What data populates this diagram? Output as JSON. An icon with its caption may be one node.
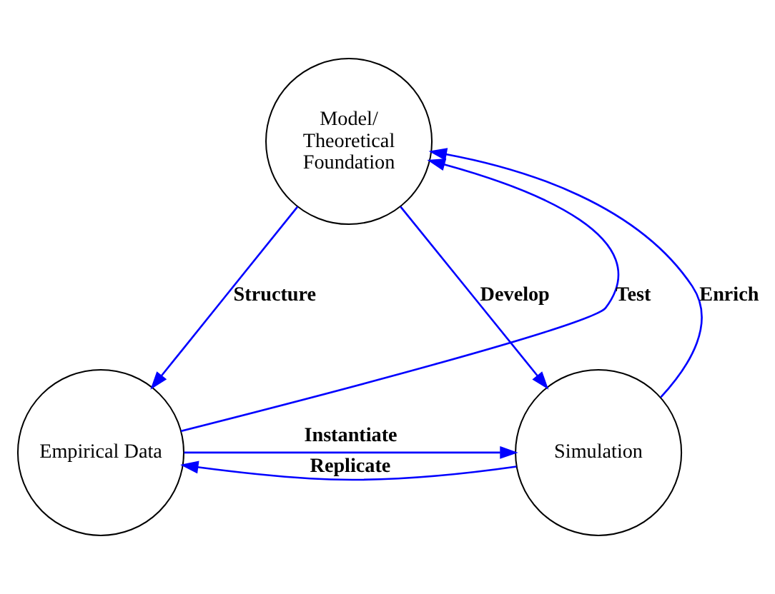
{
  "diagram": {
    "nodes": [
      {
        "text": [
          "Model/ Theoretical Foundation"
        ]
      },
      {
        "text": [
          "Empirical Data"
        ]
      },
      {
        "text": [
          "Simulation"
        ]
      }
    ],
    "edges": [
      {
        "from": 1,
        "to": 0,
        "arrow": "to",
        "label": "Test",
        "color": "#0000ff"
      },
      {
        "from": 0,
        "to": 1,
        "arrow": "to",
        "label": "Structure",
        "color": "#0000ff"
      },
      {
        "from": 0,
        "to": 2,
        "arrow": "to",
        "label": "Develop",
        "color": "#0000ff"
      },
      {
        "from": 2,
        "to": 0,
        "arrow": "to",
        "label": "Enrich",
        "color": "#0000ff"
      },
      {
        "from": 1,
        "to": 2,
        "arrow": "to",
        "label": "Instantiate",
        "color": "#0000ff"
      },
      {
        "from": 2,
        "to": 1,
        "arrow": "to",
        "label": "Replicate",
        "color": "#0000ff"
      }
    ]
  }
}
